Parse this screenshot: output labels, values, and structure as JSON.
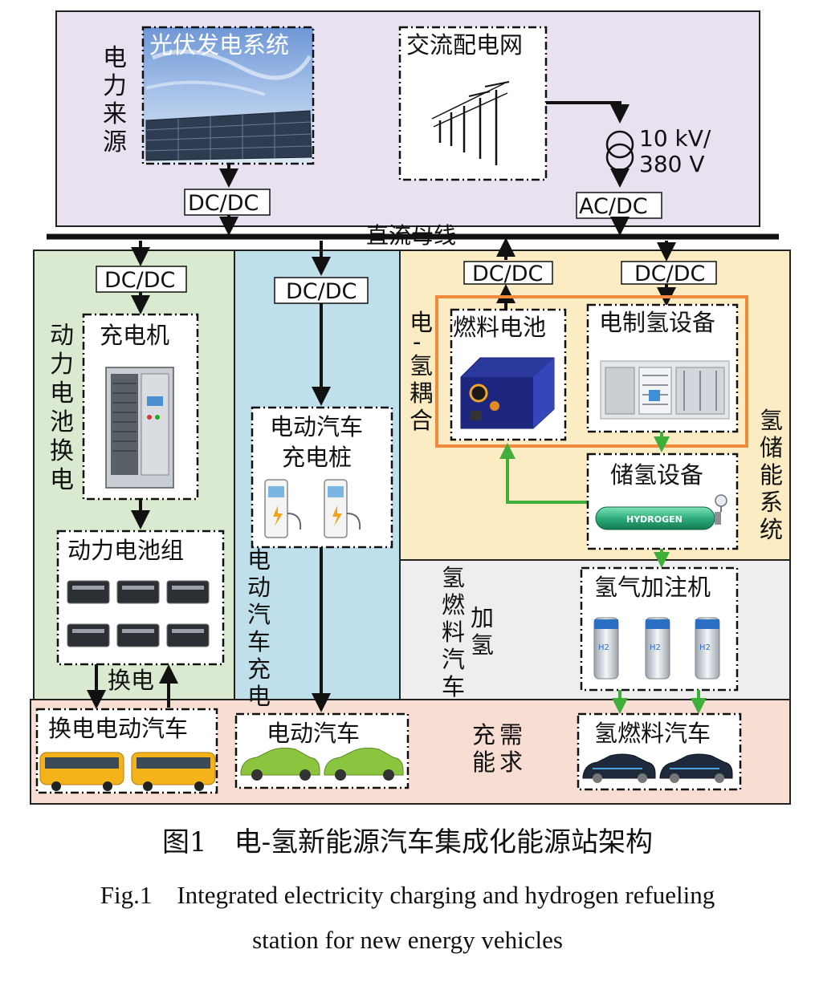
{
  "source_section": {
    "label": "电力来源"
  },
  "pv_system": {
    "label": "光伏发电系统"
  },
  "ac_grid": {
    "label": "交流配电网"
  },
  "transformer": {
    "line1": "10 kV/",
    "line2": "380 V"
  },
  "converters": {
    "pv_dcdc": "DC/DC",
    "grid_acdc": "AC/DC",
    "battery_dcdc": "DC/DC",
    "ev_dcdc": "DC/DC",
    "fc_dcdc": "DC/DC",
    "electrolyzer_dcdc": "DC/DC"
  },
  "dc_bus": {
    "label": "直流母线"
  },
  "battery_swap_section": {
    "label": "动力电池换电"
  },
  "charger": {
    "label": "充电机"
  },
  "battery_pack": {
    "label": "动力电池组"
  },
  "swap": {
    "label": "换电"
  },
  "ev_charging_section": {
    "label": "电动汽车充电"
  },
  "charging_pile": {
    "line1": "电动汽车",
    "line2": "充电桩"
  },
  "coupling": {
    "label": "电-氢耦合"
  },
  "fuel_cell": {
    "label": "燃料电池"
  },
  "electrolyzer": {
    "label": "电制氢设备"
  },
  "hydrogen_storage_section": {
    "label": "氢储能系统"
  },
  "storage": {
    "label": "储氢设备",
    "tank_text": "HYDROGEN"
  },
  "refuel_section": {
    "label_col1": "氢燃料汽车",
    "label_col2": "加氢"
  },
  "dispenser": {
    "label": "氢气加注机",
    "pump_text": "H2"
  },
  "demand_section": {
    "col1": "充能",
    "col2": "需求"
  },
  "swap_ev": {
    "label": "换电电动汽车"
  },
  "ev": {
    "label": "电动汽车"
  },
  "fcv": {
    "label": "氢燃料汽车"
  },
  "caption": {
    "cn": "图1　电-氢新能源汽车集成化能源站架构",
    "en_line1": "Fig.1　Integrated electricity charging and hydrogen refueling",
    "en_line2": "station for new energy vehicles"
  },
  "colors": {
    "source_bg": "#e9e1ef",
    "swap_bg": "#d9ead0",
    "ev_bg": "#bfdfea",
    "storage_bg": "#fbecc3",
    "refuel_bg": "#eeeeee",
    "demand_bg": "#f7ddd2",
    "coupling_border": "#f08a3c",
    "hydrogen_flow": "#3fae3a"
  }
}
